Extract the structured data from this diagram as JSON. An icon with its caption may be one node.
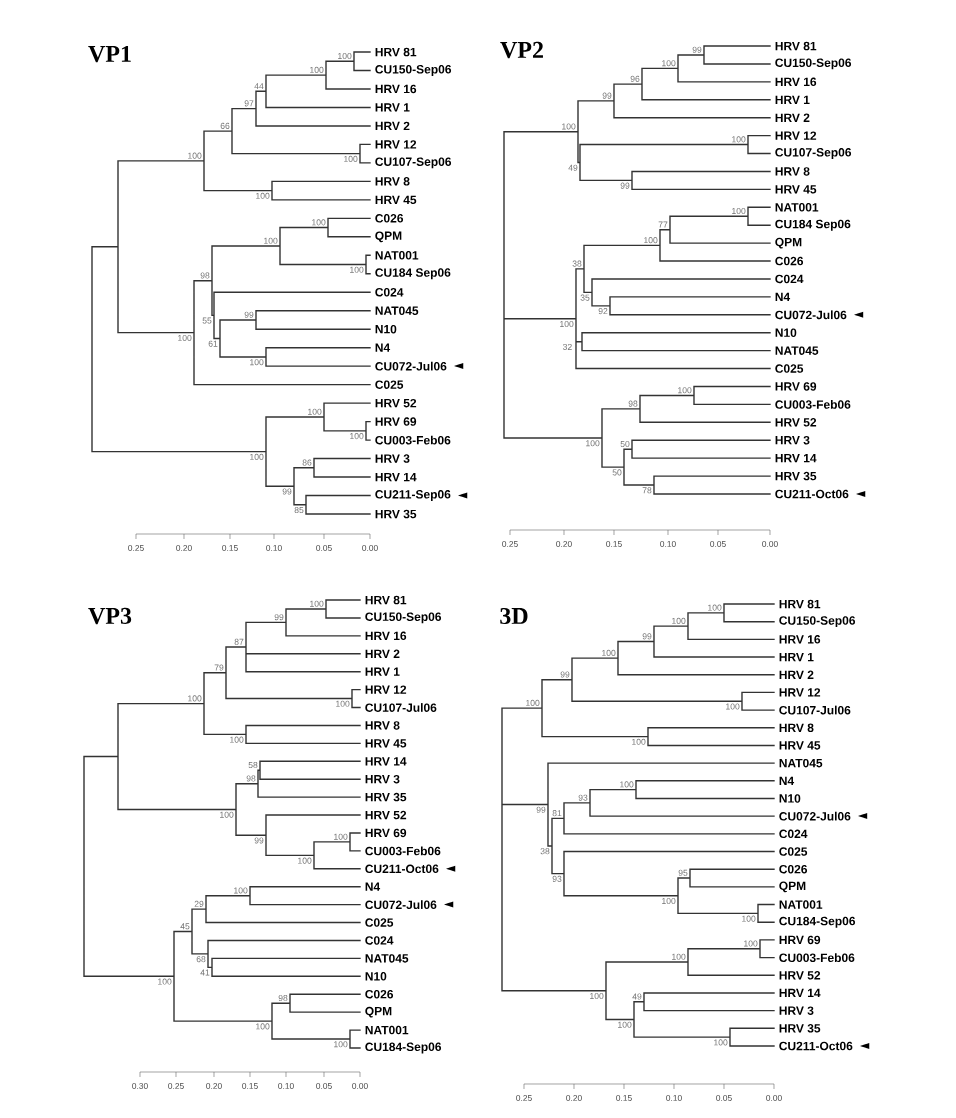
{
  "diagram": {
    "nodes": [
      {
        "text": [
          "HRV 81"
        ]
      },
      {
        "text": [
          "CU150-Sep06"
        ]
      },
      {
        "text": [
          "HRV 16"
        ]
      },
      {
        "text": [
          "HRV 1"
        ]
      },
      {
        "text": [
          "HRV 2"
        ]
      },
      {
        "text": [
          "HRV 12"
        ]
      },
      {
        "text": [
          "CU107-Sep06"
        ]
      },
      {
        "text": [
          "HRV 8"
        ]
      },
      {
        "text": [
          "HRV 45"
        ]
      },
      {
        "text": [
          "C026"
        ]
      },
      {
        "text": [
          "QPM"
        ]
      },
      {
        "text": [
          "NAT001"
        ]
      },
      {
        "text": [
          "CU184 Sep06"
        ]
      },
      {
        "text": [
          "C024"
        ]
      },
      {
        "text": [
          "NAT045"
        ]
      },
      {
        "text": [
          "N10"
        ]
      },
      {
        "text": [
          "N4"
        ]
      },
      {
        "text": [
          "CU072-Jul06"
        ],
        "beside": [
          "◄"
        ]
      },
      {
        "text": [
          "C025"
        ]
      },
      {
        "text": [
          "HRV 52"
        ]
      },
      {
        "text": [
          "HRV 69"
        ]
      },
      {
        "text": [
          "CU003-Feb06"
        ]
      },
      {
        "text": [
          "HRV 3"
        ]
      },
      {
        "text": [
          "HRV 14"
        ]
      },
      {
        "text": [
          "CU211-Sep06"
        ],
        "beside": [
          "◄"
        ]
      },
      {
        "text": [
          "HRV 35"
        ]
      },
      {
        "text": [
          "HRV 81"
        ]
      },
      {
        "text": [
          "CU150-Sep06"
        ]
      },
      {
        "text": [
          "HRV 16"
        ]
      },
      {
        "text": [
          "HRV 1"
        ]
      },
      {
        "text": [
          "HRV 2"
        ]
      },
      {
        "text": [
          "HRV 12"
        ]
      },
      {
        "text": [
          "CU107-Sep06"
        ]
      },
      {
        "text": [
          "HRV 8"
        ]
      },
      {
        "text": [
          "HRV 45"
        ]
      },
      {
        "text": [
          "NAT001"
        ]
      },
      {
        "text": [
          "CU184 Sep06"
        ]
      },
      {
        "text": [
          "QPM"
        ]
      },
      {
        "text": [
          "C026"
        ]
      },
      {
        "text": [
          "C024"
        ]
      },
      {
        "text": [
          "N4"
        ]
      },
      {
        "text": [
          "CU072-Jul06"
        ],
        "beside": [
          "◄"
        ]
      },
      {
        "text": [
          "N10"
        ]
      },
      {
        "text": [
          "NAT045"
        ]
      },
      {
        "text": [
          "C025"
        ]
      },
      {
        "text": [
          "HRV 69"
        ]
      },
      {
        "text": [
          "CU003-Feb06"
        ]
      },
      {
        "text": [
          "HRV 52"
        ]
      },
      {
        "text": [
          "HRV 3"
        ]
      },
      {
        "text": [
          "HRV 14"
        ]
      },
      {
        "text": [
          "HRV 35"
        ]
      },
      {
        "text": [
          "CU211-Oct06"
        ],
        "beside": [
          "◄"
        ]
      },
      {
        "text": [
          "HRV 81"
        ]
      },
      {
        "text": [
          "CU150-Sep06"
        ]
      },
      {
        "text": [
          "HRV 16"
        ]
      },
      {
        "text": [
          "HRV 2"
        ]
      },
      {
        "text": [
          "HRV 1"
        ]
      },
      {
        "text": [
          "HRV 12"
        ]
      },
      {
        "text": [
          "CU107-Jul06"
        ]
      },
      {
        "text": [
          "HRV 8"
        ]
      },
      {
        "text": [
          "HRV 45"
        ]
      },
      {
        "text": [
          "HRV 14"
        ]
      },
      {
        "text": [
          "HRV 3"
        ]
      },
      {
        "text": [
          "HRV 35"
        ]
      },
      {
        "text": [
          "HRV 52"
        ]
      },
      {
        "text": [
          "HRV 69"
        ]
      },
      {
        "text": [
          "CU003-Feb06"
        ]
      },
      {
        "text": [
          "CU211-Oct06"
        ],
        "beside": [
          "◄"
        ]
      },
      {
        "text": [
          "N4"
        ]
      },
      {
        "text": [
          "CU072-Jul06"
        ],
        "beside": [
          "◄"
        ]
      },
      {
        "text": [
          "C025"
        ]
      },
      {
        "text": [
          "C024"
        ]
      },
      {
        "text": [
          "NAT045"
        ]
      },
      {
        "text": [
          "N10"
        ]
      },
      {
        "text": [
          "C026"
        ]
      },
      {
        "text": [
          "QPM"
        ]
      },
      {
        "text": [
          "NAT001"
        ]
      },
      {
        "text": [
          "CU184-Sep06"
        ]
      },
      {
        "text": [
          "HRV 81"
        ]
      },
      {
        "text": [
          "CU150-Sep06"
        ]
      },
      {
        "text": [
          "HRV 16"
        ]
      },
      {
        "text": [
          "HRV 1"
        ]
      },
      {
        "text": [
          "HRV 2"
        ]
      },
      {
        "text": [
          "HRV 12"
        ]
      },
      {
        "text": [
          "CU107-Jul06"
        ]
      },
      {
        "text": [
          "HRV 8"
        ]
      },
      {
        "text": [
          "HRV 45"
        ]
      },
      {
        "text": [
          "NAT045"
        ]
      },
      {
        "text": [
          "N4"
        ]
      },
      {
        "text": [
          "N10"
        ]
      },
      {
        "text": [
          "CU072-Jul06"
        ],
        "beside": [
          "◄"
        ]
      },
      {
        "text": [
          "C024"
        ]
      },
      {
        "text": [
          "C025"
        ]
      },
      {
        "text": [
          "C026"
        ]
      },
      {
        "text": [
          "QPM"
        ]
      },
      {
        "text": [
          "NAT001"
        ]
      },
      {
        "text": [
          "CU184-Sep06"
        ]
      },
      {
        "text": [
          "HRV 69"
        ]
      },
      {
        "text": [
          "CU003-Feb06"
        ]
      },
      {
        "text": [
          "HRV 52"
        ]
      },
      {
        "text": [
          "HRV 14"
        ]
      },
      {
        "text": [
          "HRV 3"
        ]
      },
      {
        "text": [
          "HRV 35"
        ]
      },
      {
        "text": [
          "CU211-Oct06"
        ],
        "beside": [
          "◄"
        ]
      }
    ],
    "labels": [
      "VP1",
      "100",
      "66",
      "97",
      "44",
      "100",
      "100",
      "100",
      "100",
      "100",
      "98",
      "100",
      "100",
      "100",
      "55",
      "61",
      "99",
      "100",
      "100",
      "100",
      "100",
      "99",
      "86",
      "85",
      "0.25",
      "0.20",
      "0.15",
      "0.10",
      "0.05",
      "0.00",
      "VP2",
      "100",
      "99",
      "96",
      "100",
      "99",
      "49",
      "100",
      "99",
      "100",
      "38",
      "100",
      "77",
      "100",
      "35",
      "92",
      "32",
      "100",
      "98",
      "100",
      "50",
      "50",
      "78",
      "0.25",
      "0.20",
      "0.15",
      "0.10",
      "0.05",
      "0.00",
      "VP3",
      "100",
      "79",
      "87",
      "99",
      "100",
      "100",
      "100",
      "100",
      "98",
      "58",
      "99",
      "100",
      "100",
      "100",
      "45",
      "29",
      "100",
      "68",
      "41",
      "100",
      "98",
      "100",
      "0.30",
      "0.25",
      "0.20",
      "0.15",
      "0.10",
      "0.05",
      "0.00",
      "3D",
      "100",
      "99",
      "100",
      "99",
      "100",
      "100",
      "100",
      "100",
      "99",
      "38",
      "81",
      "93",
      "100",
      "93",
      "100",
      "95",
      "100",
      "100",
      "100",
      "100",
      "100",
      "49",
      "100",
      "0.25",
      "0.20",
      "0.15",
      "0.10",
      "0.05",
      "0.00"
    ]
  }
}
